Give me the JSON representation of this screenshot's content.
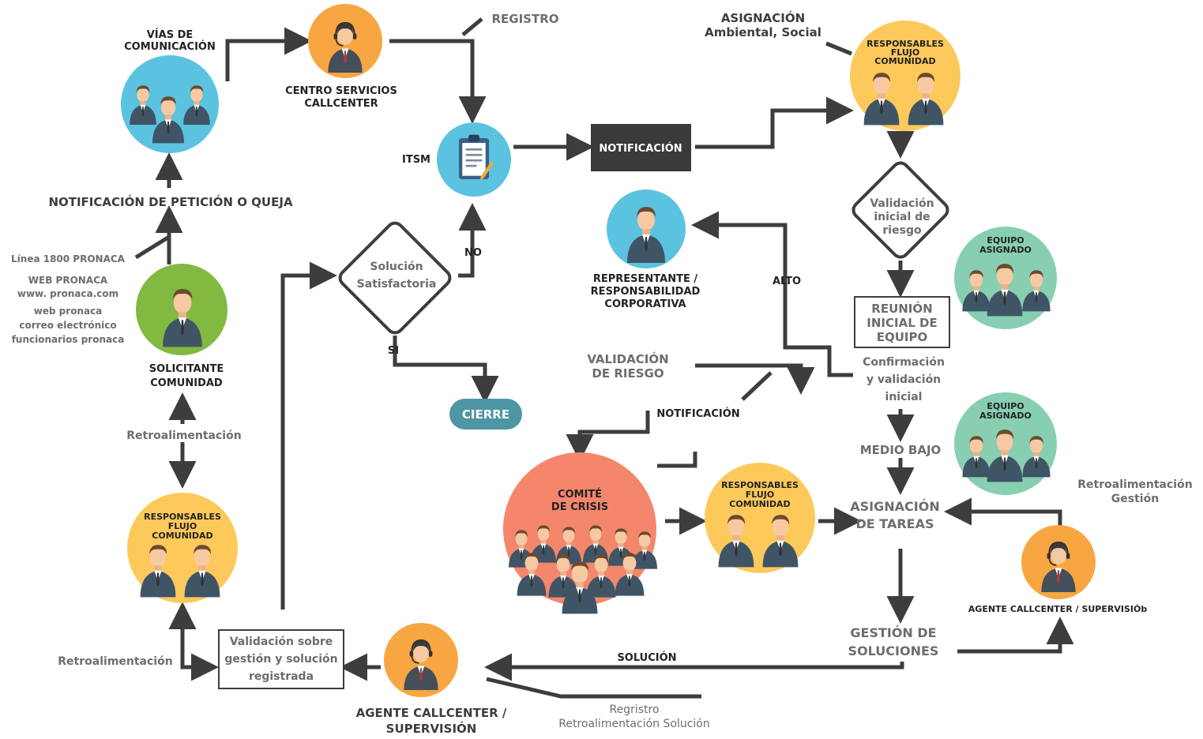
{
  "colors": {
    "line": "#3d3d3d",
    "text_dark": "#222222",
    "text_gray": "#6d6d6d",
    "blue": "#5bc3df",
    "orange": "#f7a641",
    "yellow": "#fdc95b",
    "green": "#82b941",
    "teal": "#88cfb2",
    "salmon": "#f4866c",
    "notif_box": "#3a3a3a",
    "cierre": "#4f96a4"
  },
  "labels": {
    "vias_1": "VÍAS DE",
    "vias_2": "COMUNICACIÓN",
    "centro_1": "CENTRO SERVICIOS",
    "centro_2": "CALLCENTER",
    "registro": "REGISTRO",
    "asignacion_1": "ASIGNACIÓN",
    "asignacion_2": "Ambiental, Social",
    "resp_top_1": "RESPONSABLES",
    "resp_top_2": "FLUJO",
    "resp_top_3": "COMUNIDAD",
    "itsm": "ITSM",
    "notificacion_box": "NOTIFICACIÓN",
    "validacion_1": "Validación",
    "validacion_2": "inicial de",
    "validacion_3": "riesgo",
    "notif_peticion": "NOTIFICACIÓN DE PETICIÓN O QUEJA",
    "linea": "Línea 1800 PRONACA",
    "web_1": "WEB PRONACA",
    "web_2": "www. pronaca.com",
    "web_3": "web pronaca",
    "web_4": "correo electrónico",
    "web_5": "funcionarios pronaca",
    "solucion_1": "Solución",
    "solucion_2": "Satisfactoria",
    "no": "NO",
    "si": "SI",
    "cierre": "CIERRE",
    "rep_1": "REPRESENTANTE /",
    "rep_2": "RESPONSABILIDAD",
    "rep_3": "CORPORATIVA",
    "alto": "ALTO",
    "equipo_1a": "EQUIPO",
    "equipo_1b": "ASIGNADO",
    "reunion_1": "REUNIÓN",
    "reunion_2": "INICIAL DE",
    "reunion_3": "EQUIPO",
    "solicitante_1": "SOLICITANTE",
    "solicitante_2": "COMUNIDAD",
    "valriesgo_1": "VALIDACIÓN",
    "valriesgo_2": "DE RIESGO",
    "confirm_1": "Confirmación",
    "confirm_2": "y validación",
    "confirm_3": "inicial",
    "notificacion_2": "NOTIFICACIÓN",
    "retro_1": "Retroalimentación",
    "medio_bajo": "MEDIO BAJO",
    "equipo_2a": "EQUIPO",
    "equipo_2b": "ASIGNADO",
    "comite_1": "COMITÉ",
    "comite_2": "DE CRISIS",
    "resp_mid_1": "RESPONSABLES",
    "resp_mid_2": "FLUJO",
    "resp_mid_3": "COMUNIDAD",
    "asig_tareas_1": "ASIGNACIÓN",
    "asig_tareas_2": "DE TAREAS",
    "retro_gestion_1": "Retroalimentación",
    "retro_gestion_2": "Gestión",
    "resp_left_1": "RESPONSABLES",
    "resp_left_2": "FLUJO",
    "resp_left_3": "COMUNIDAD",
    "agente_right": "AGENTE CALLCENTER / SUPERVISIÓb",
    "retro_2": "Retroalimentación",
    "valsobre_1": "Validación sobre",
    "valsobre_2": "gestión y solución",
    "valsobre_3": "registrada",
    "solucion_arrow": "SOLUCIÓN",
    "gestion_1": "GESTIÓN DE",
    "gestion_2": "SOLUCIONES",
    "agente_bottom_1": "AGENTE CALLCENTER /",
    "agente_bottom_2": "SUPERVISIÓN",
    "regristro_1": "Regristro",
    "regristro_2": "Retroalimentación Solución"
  }
}
